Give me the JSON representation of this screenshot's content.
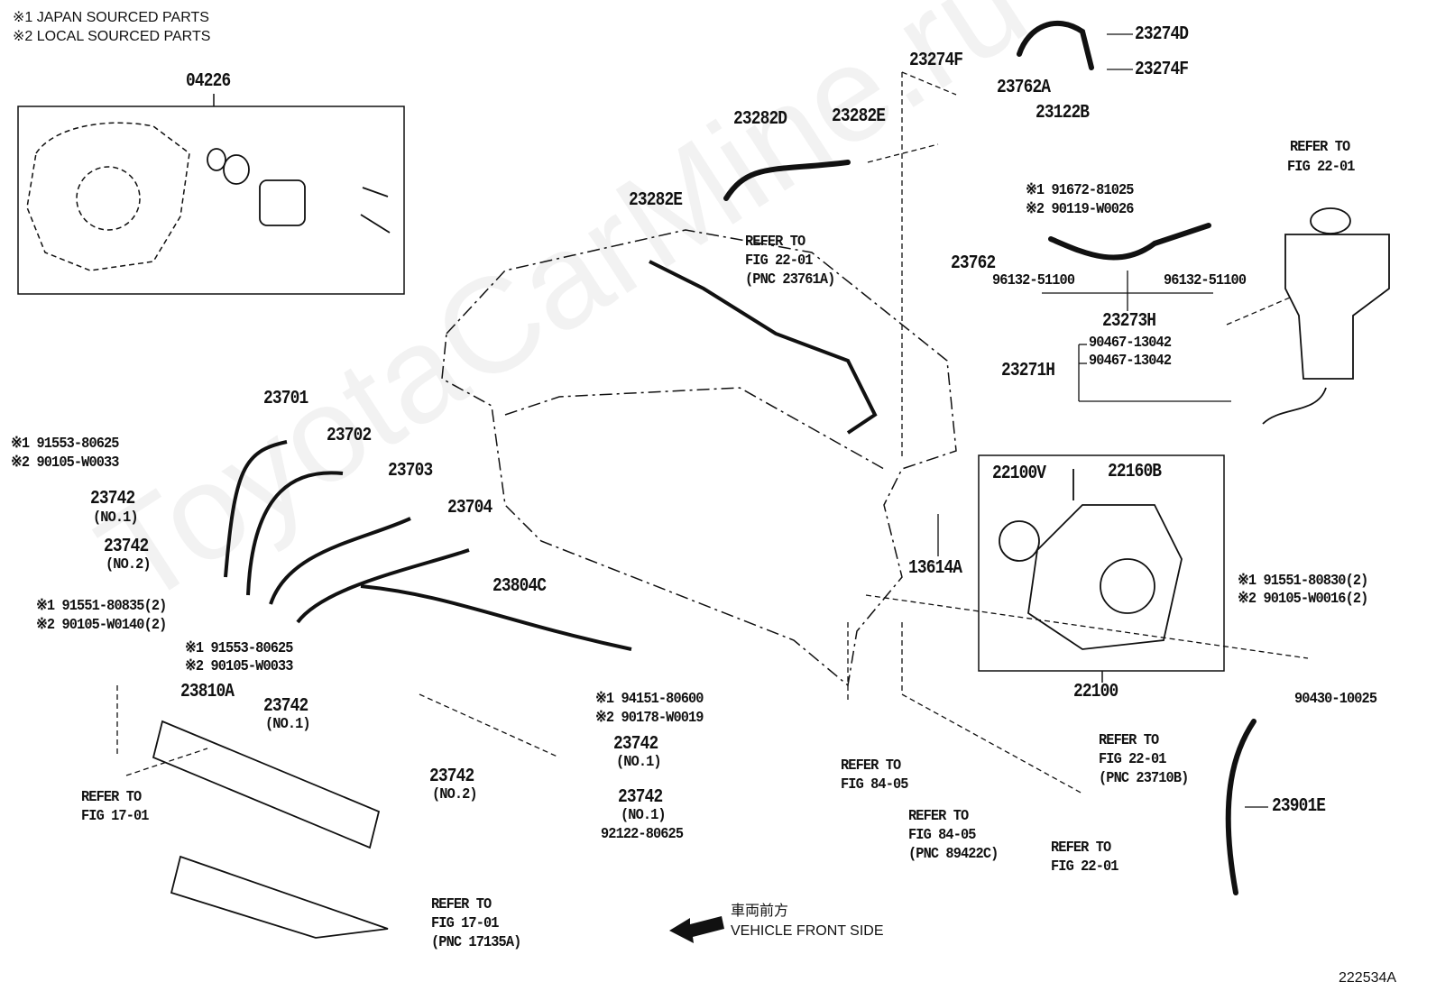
{
  "watermark": "ToyotaCarMine.ru",
  "notes": [
    "※1 JAPAN SOURCED PARTS",
    "※2 LOCAL SOURCED PARTS"
  ],
  "figure_id": "222534A",
  "direction": {
    "jp": "車両前方",
    "en": "VEHICLE FRONT SIDE"
  },
  "labels": [
    {
      "text": "04226"
    },
    {
      "text": "23282D"
    },
    {
      "text": "23282E"
    },
    {
      "text": "23282E"
    },
    {
      "text": "23274D"
    },
    {
      "text": "23274F"
    },
    {
      "text": "23274F"
    },
    {
      "text": "23762A"
    },
    {
      "text": "23122B"
    },
    {
      "text": "REFER TO"
    },
    {
      "text": "FIG 22-01"
    },
    {
      "text": "※1 91672-81025"
    },
    {
      "text": "※2 90119-W0026"
    },
    {
      "text": "23762"
    },
    {
      "text": "96132-51100"
    },
    {
      "text": "96132-51100"
    },
    {
      "text": "23273H"
    },
    {
      "text": "90467-13042"
    },
    {
      "text": "90467-13042"
    },
    {
      "text": "23271H"
    },
    {
      "text": "REFER TO"
    },
    {
      "text": "FIG 22-01"
    },
    {
      "text": "(PNC 23761A)"
    },
    {
      "text": "23701"
    },
    {
      "text": "23702"
    },
    {
      "text": "23703"
    },
    {
      "text": "23704"
    },
    {
      "text": "※1 91553-80625"
    },
    {
      "text": "※2 90105-W0033"
    },
    {
      "text": "23742"
    },
    {
      "text": "(NO.1)"
    },
    {
      "text": "23742"
    },
    {
      "text": "(NO.2)"
    },
    {
      "text": "23804C"
    },
    {
      "text": "※1 91551-80835(2)"
    },
    {
      "text": "※2 90105-W0140(2)"
    },
    {
      "text": "※1 91553-80625"
    },
    {
      "text": "※2 90105-W0033"
    },
    {
      "text": "23810A"
    },
    {
      "text": "23742"
    },
    {
      "text": "(NO.1)"
    },
    {
      "text": "※1 94151-80600"
    },
    {
      "text": "※2 90178-W0019"
    },
    {
      "text": "23742"
    },
    {
      "text": "(NO.1)"
    },
    {
      "text": "23742"
    },
    {
      "text": "(NO.2)"
    },
    {
      "text": "23742"
    },
    {
      "text": "(NO.1)"
    },
    {
      "text": "92122-80625"
    },
    {
      "text": "REFER TO"
    },
    {
      "text": "FIG 17-01"
    },
    {
      "text": "REFER TO"
    },
    {
      "text": "FIG 17-01"
    },
    {
      "text": "(PNC 17135A)"
    },
    {
      "text": "22100V"
    },
    {
      "text": "22160B"
    },
    {
      "text": "13614A"
    },
    {
      "text": "※1 91551-80830(2)"
    },
    {
      "text": "※2 90105-W0016(2)"
    },
    {
      "text": "22100"
    },
    {
      "text": "90430-10025"
    },
    {
      "text": "REFER TO"
    },
    {
      "text": "FIG 22-01"
    },
    {
      "text": "(PNC 23710B)"
    },
    {
      "text": "23901E"
    },
    {
      "text": "REFER TO"
    },
    {
      "text": "FIG 84-05"
    },
    {
      "text": "REFER TO"
    },
    {
      "text": "FIG 84-05"
    },
    {
      "text": "(PNC 89422C)"
    },
    {
      "text": "REFER TO"
    },
    {
      "text": "FIG 22-01"
    }
  ]
}
